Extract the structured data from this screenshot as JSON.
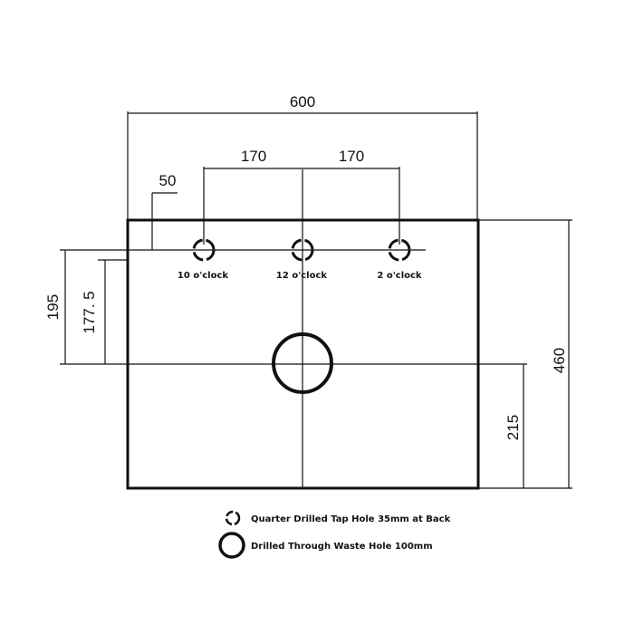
{
  "dimensions": {
    "overall_width": "600",
    "tap_spacing_left": "170",
    "tap_spacing_right": "170",
    "tap_offset_back": "50",
    "height_195": "195",
    "height_177_5": "177. 5",
    "overall_depth": "460",
    "waste_from_front": "215"
  },
  "tap_holes": [
    {
      "label": "10 o'clock"
    },
    {
      "label": "12 o'clock"
    },
    {
      "label": "2 o'clock"
    }
  ],
  "legend": {
    "tap_hole": "Quarter Drilled Tap Hole 35mm at Back",
    "waste_hole": "Drilled Through Waste Hole 100mm"
  },
  "colors": {
    "line": "#111111",
    "background": "#ffffff"
  }
}
